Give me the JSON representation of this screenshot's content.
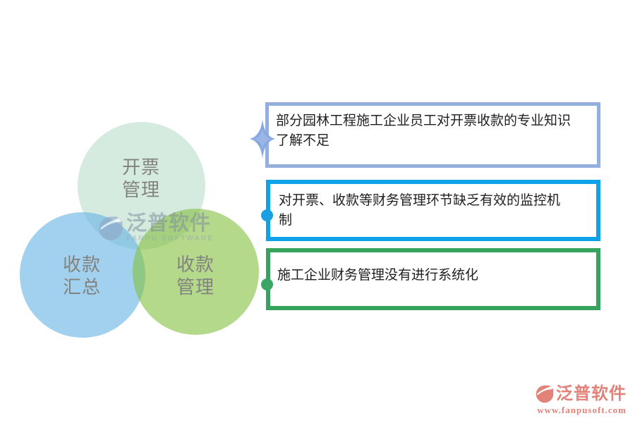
{
  "venn": {
    "circles": [
      {
        "id": "invoice-management",
        "label_lines": [
          "开票",
          "管理"
        ],
        "fill": "#d6ebdf"
      },
      {
        "id": "collection-summary",
        "label_lines": [
          "收款",
          "汇总"
        ],
        "fill": "#a4d3ef"
      },
      {
        "id": "collection-management",
        "label_lines": [
          "收款",
          "管理"
        ],
        "fill": "#b5d98b"
      }
    ],
    "label_color": "#82837f"
  },
  "issues": [
    {
      "lines": [
        "部分园林工程施工企业员工对开票收款的专业知识",
        "了解不足"
      ],
      "border_color": "#94aede",
      "marker": "star-icon",
      "marker_color": "#87a9e0"
    },
    {
      "lines": [
        "对开票、收款等财务管理环节缺乏有效的监控机",
        "制"
      ],
      "border_color": "#0ea2e8",
      "marker": "dot-icon",
      "marker_color": "#18a0e2"
    },
    {
      "lines": [
        "施工企业财务管理没有进行系统化",
        ""
      ],
      "border_color": "#36a35f",
      "marker": "dot-icon",
      "marker_color": "#3aa666"
    }
  ],
  "center_watermark": {
    "name": "泛普软件",
    "subtitle": "FANPU SOFTWARE"
  },
  "brand_footer": {
    "name": "泛普软件",
    "url": "www.fanpusoft.com",
    "color": "#e2837a"
  }
}
